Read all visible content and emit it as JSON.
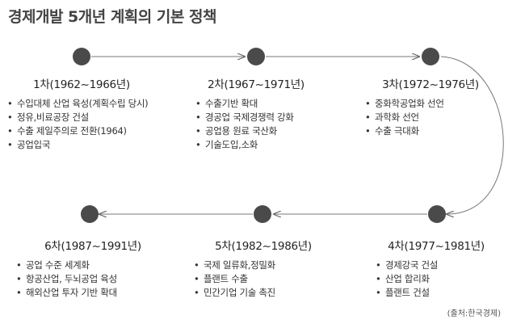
{
  "title": "경제개발 5개년 계획의 기본 정책",
  "bullet_char": "•",
  "stages": [
    {
      "label": "1차(1962~1966년)",
      "items": [
        "수입대체 산업 육성(계획수립 당시)",
        "정유,비료공장 건설",
        "수출 제일주의로 전환(1964)",
        "공업입국"
      ]
    },
    {
      "label": "2차(1967~1971년)",
      "items": [
        "수출기반 확대",
        "경공업 국제경쟁력 강화",
        "공업용 원료 국산화",
        "기술도입,소화"
      ]
    },
    {
      "label": "3차(1972~1976년)",
      "items": [
        "중화학공업화 선언",
        "과학화 선언",
        "수출 극대화"
      ]
    },
    {
      "label": "4차(1977~1981년)",
      "items": [
        "경제강국 건설",
        "산업 합리화",
        "플랜트 건설"
      ]
    },
    {
      "label": "5차(1982~1986년)",
      "items": [
        "국제 일류화,정밀화",
        "플랜트 수출",
        "민간기업 기술 촉진"
      ]
    },
    {
      "label": "6차(1987~1991년)",
      "items": [
        "공업 수준 세계화",
        "항공산업, 두뇌공업 육성",
        "해외산업 투자 기반 확대"
      ]
    }
  ],
  "source": "(출처:한국경제)"
}
